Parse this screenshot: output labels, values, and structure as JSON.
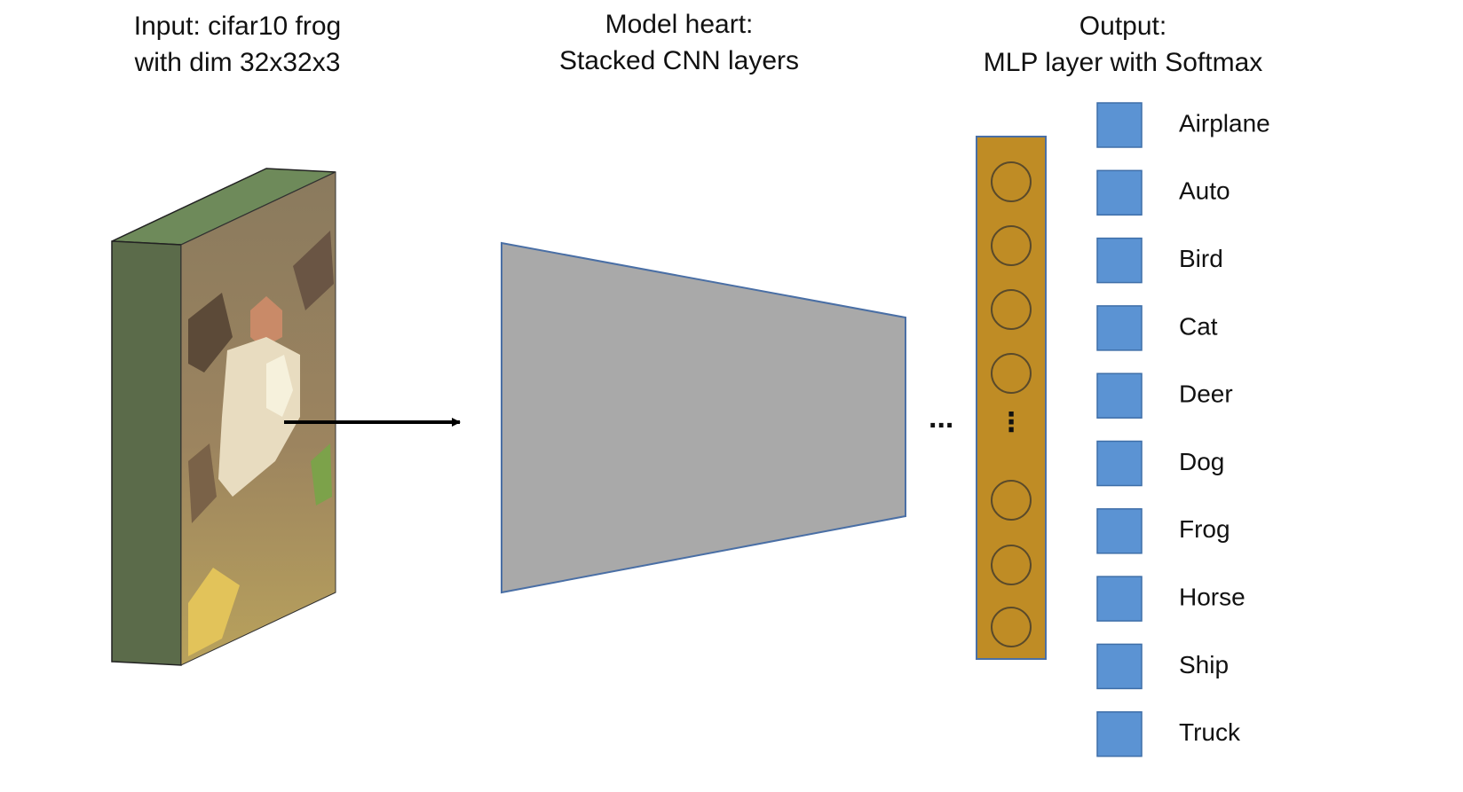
{
  "headings": {
    "input": [
      "Input: cifar10 frog",
      "with dim 32x32x3"
    ],
    "model": [
      "Model heart:",
      "Stacked CNN layers"
    ],
    "output": [
      "Output:",
      "MLP layer with Softmax"
    ]
  },
  "ellipsis": "...",
  "colors": {
    "input_block_side": "#5b6b4a",
    "input_block_top": "#6e8a5a",
    "cnn_fill": "#a9a9a9",
    "cnn_stroke": "#4a6fa5",
    "mlp_fill": "#bf8c25",
    "mlp_stroke": "#4a6fa5",
    "neuron_stroke": "#5a4a2a",
    "output_box_fill": "#5b93d3",
    "output_box_stroke": "#3e6ea8"
  },
  "output_classes": [
    "Airplane",
    "Auto",
    "Bird",
    "Cat",
    "Deer",
    "Dog",
    "Frog",
    "Horse",
    "Ship",
    "Truck"
  ]
}
